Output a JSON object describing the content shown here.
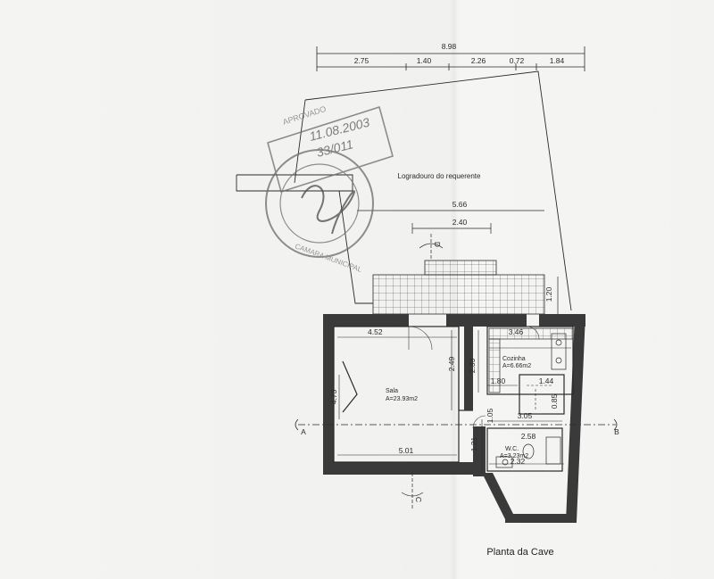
{
  "drawing_title": "Planta da Cave",
  "yard_label": "Logradouro do requerente",
  "overall_width": "8.98",
  "top_dimensions": [
    "2.75",
    "1.40",
    "2.26",
    "0.72",
    "1.84"
  ],
  "dimensions": {
    "yard_width": "5.66",
    "stair_width": "2.40",
    "terrace_depth": "1.20",
    "sala_top": "4.52",
    "sala_height": "4.73",
    "sala_bottom": "5.01",
    "hall_height": "2.49",
    "cozinha_top": "3.46",
    "cozinha_height": "2.33",
    "cozinha_width": "1.80",
    "closet_width": "1.44",
    "closet_height": "0.85",
    "corridor_height": "1.05",
    "corridor_width": "3.05",
    "wc_left": "1.21",
    "wc_top": "2.58",
    "wc_width": "2.32"
  },
  "rooms": {
    "sala": {
      "name": "Sala",
      "area": "A=23.93m2"
    },
    "cozinha": {
      "name": "Cozinha",
      "area": "A=6.66m2"
    },
    "wc": {
      "name": "W.C.",
      "area": "A=3.23m2"
    }
  },
  "section_markers": {
    "a": "A",
    "b": "B",
    "c": "C",
    "d": "D"
  },
  "stamp": {
    "date": "11.08.2003",
    "number": "33/011",
    "seal_text_top": "APROVADO",
    "seal_text_bottom": "CAMARA MUNICIPAL"
  },
  "colors": {
    "ink": "#2a2a2a",
    "wall_fill": "#3a3a3a",
    "stamp": "#6b6b6b",
    "paper": "#f3f3f1"
  }
}
